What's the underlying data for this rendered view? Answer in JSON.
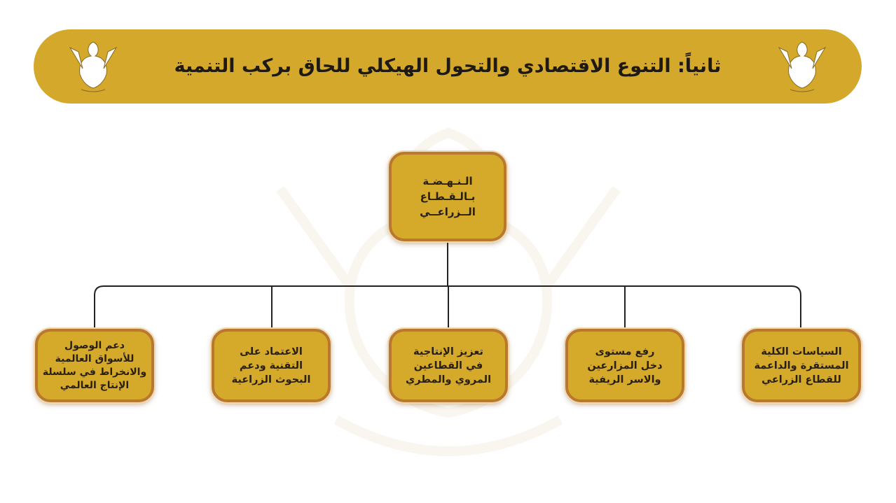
{
  "header": {
    "title": "ثانياً: التنوع الاقتصادي والتحول الهيكلي للحاق بركب التنمية"
  },
  "root": {
    "label": "الـنـهـضـة\nبـالـقـطـاع\nالــزراعــي"
  },
  "children": [
    {
      "label": "السياسات الكلية\nالمستقرة والداعمة\nللقطاع الزراعي"
    },
    {
      "label": "رفع مستوى\nدخل المزارعين\nوالاسر الريفية"
    },
    {
      "label": "تعزيز الإنتاجية\nفي القطاعين\nالمروي والمطري"
    },
    {
      "label": "الاعتماد على\nالتقنية ودعم\nالبحوث الزراعية"
    },
    {
      "label": "دعم الوصول\nللأسواق العالمية\nوالانخراط في سلسلة\nالإنتاج العالمي"
    }
  ],
  "colors": {
    "gold": "#d4a82b",
    "border": "#b9782f"
  }
}
